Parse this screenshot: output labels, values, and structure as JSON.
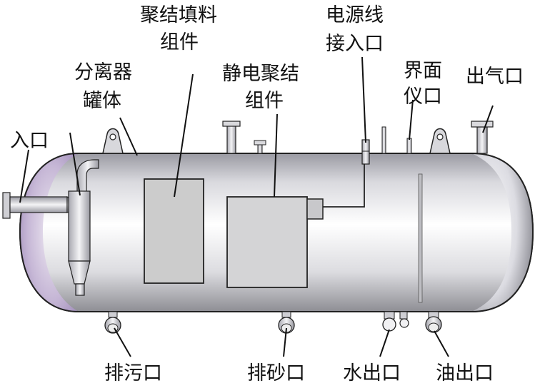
{
  "labels": {
    "inlet": "入口",
    "separator_line1": "分离器",
    "separator_line2": "罐体",
    "coalescing_fill_line1": "聚结填料",
    "coalescing_fill_line2": "组件",
    "electrostatic_line1": "静电聚结",
    "electrostatic_line2": "组件",
    "power_line1": "电源线",
    "power_line2": "接入口",
    "interface_line1": "界面",
    "interface_line2": "仪口",
    "gas_outlet": "出气口",
    "drain_outlet": "排污口",
    "sand_outlet": "排砂口",
    "water_outlet": "水出口",
    "oil_outlet": "油出口"
  },
  "colors": {
    "label_text": "#111111",
    "vessel_highlight": "#ffffff",
    "vessel_shadow": "#8e8e94",
    "vessel_head_tint": "#a58fc0",
    "packing_fill": "#cccccc",
    "outline": "#222222"
  }
}
